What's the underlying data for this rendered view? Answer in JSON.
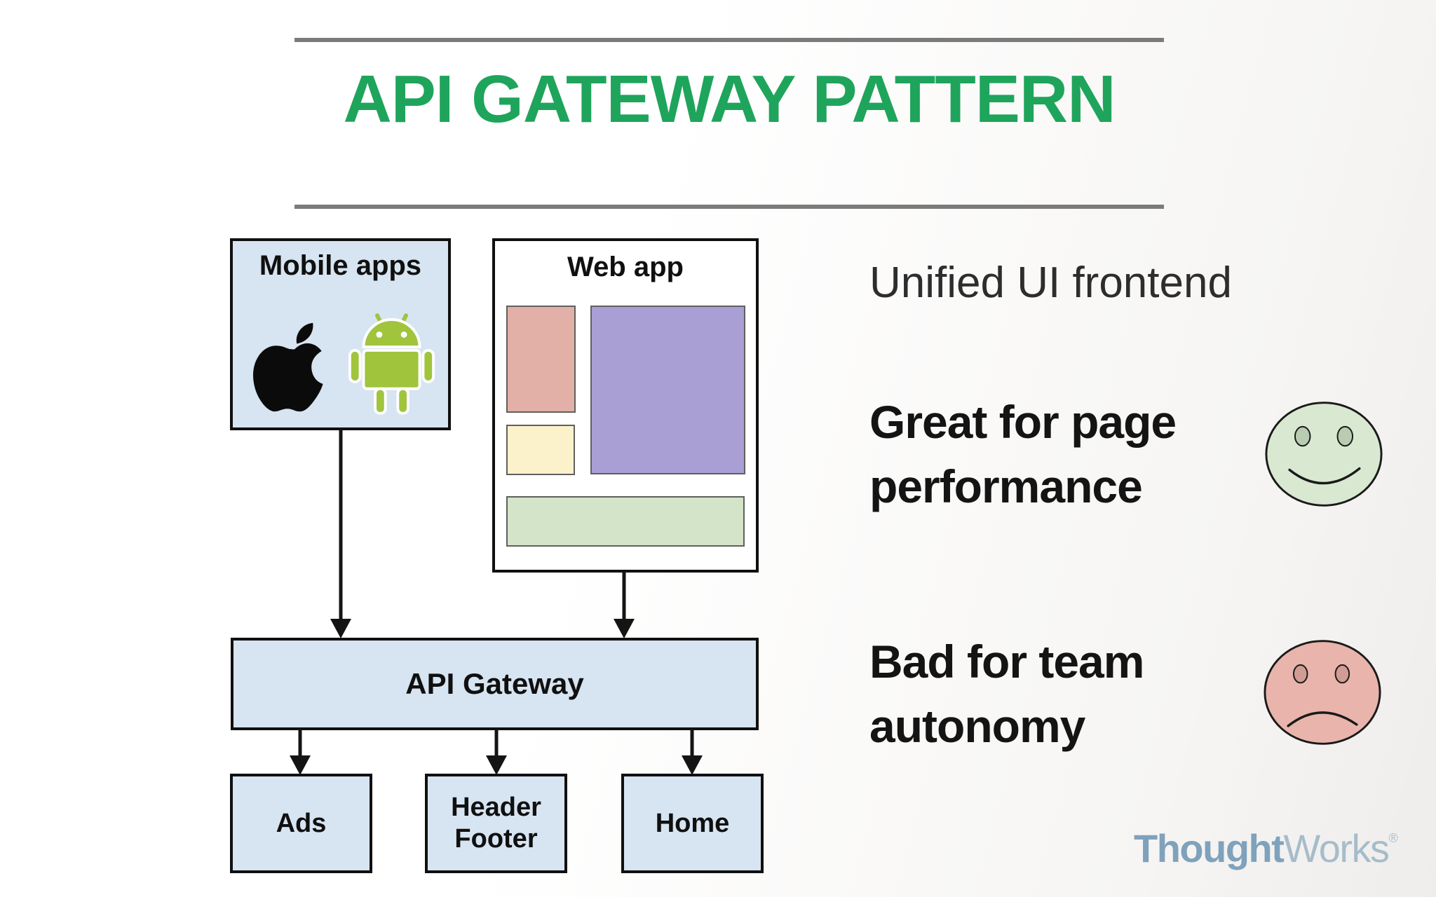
{
  "title": "API GATEWAY PATTERN",
  "diagram": {
    "mobile_apps": {
      "label": "Mobile apps",
      "icons": [
        "apple-icon",
        "android-icon"
      ]
    },
    "web_app": {
      "label": "Web app",
      "wireframe_blocks": [
        "sidebar-block",
        "main-content-block",
        "widget-block",
        "footer-block"
      ]
    },
    "api_gateway": {
      "label": "API Gateway"
    },
    "services": [
      {
        "label": "Ads"
      },
      {
        "label": "Header\nFooter"
      },
      {
        "label": "Home"
      }
    ]
  },
  "annotations": {
    "unified_ui": {
      "text": "Unified UI frontend"
    },
    "page_performance": {
      "text": "Great for page\nperformance",
      "icon": "happy-face-icon"
    },
    "team_autonomy": {
      "text": "Bad for team\nautonomy",
      "icon": "sad-face-icon"
    }
  },
  "branding": {
    "logo_bold": "Thought",
    "logo_light": "Works",
    "registered_mark": "®"
  },
  "colors": {
    "title_green": "#1fa45c",
    "line_gray": "#7b7b7b",
    "box_blue": "#d7e4f1",
    "box_border": "#101010",
    "wf_pink": "#e2b0a7",
    "wf_purple": "#a99fd4",
    "wf_yellow": "#fbf2cc",
    "wf_green": "#d4e4c9",
    "wf_border": "#5f5f5f",
    "android_green": "#a0c43c",
    "apple_black": "#0b0b0b",
    "happy_face": "#d9e8d1",
    "happy_eye": "#b9ccb1",
    "sad_face": "#e9b4ab",
    "sad_eye": "#d09c94",
    "face_outline": "#1a1a1a",
    "logo_bold": "#7fa2bc",
    "logo_light": "#a6bccb",
    "ink": "#141414",
    "text_dark": "#2d2d2d"
  }
}
